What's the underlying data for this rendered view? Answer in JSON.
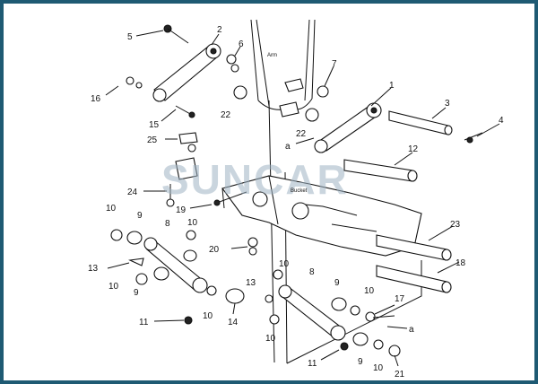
{
  "watermark": "SUNCAR",
  "annotations": {
    "arm": "Arm",
    "bucket": "Bucket",
    "ref_a_upper": "a",
    "ref_a_lower": "a"
  },
  "labels": {
    "l1": "1",
    "l2": "2",
    "l3": "3",
    "l4": "4",
    "l5": "5",
    "l6": "6",
    "l7": "7",
    "l8a": "8",
    "l8b": "8",
    "l9a": "9",
    "l9b": "9",
    "l9c": "9",
    "l9d": "9",
    "l10a": "10",
    "l10b": "10",
    "l10c": "10",
    "l10d": "10",
    "l10e": "10",
    "l10f": "10",
    "l10g": "10",
    "l11a": "11",
    "l11b": "11",
    "l12": "12",
    "l13a": "13",
    "l13b": "13",
    "l14": "14",
    "l15": "15",
    "l16": "16",
    "l17": "17",
    "l18": "18",
    "l19": "19",
    "l20": "20",
    "l21": "21",
    "l22a": "22",
    "l22b": "22",
    "l23": "23",
    "l24": "24",
    "l25": "25"
  },
  "colors": {
    "border": "#1f5a73",
    "watermark": "#9fb4c4",
    "ink": "#111111"
  }
}
